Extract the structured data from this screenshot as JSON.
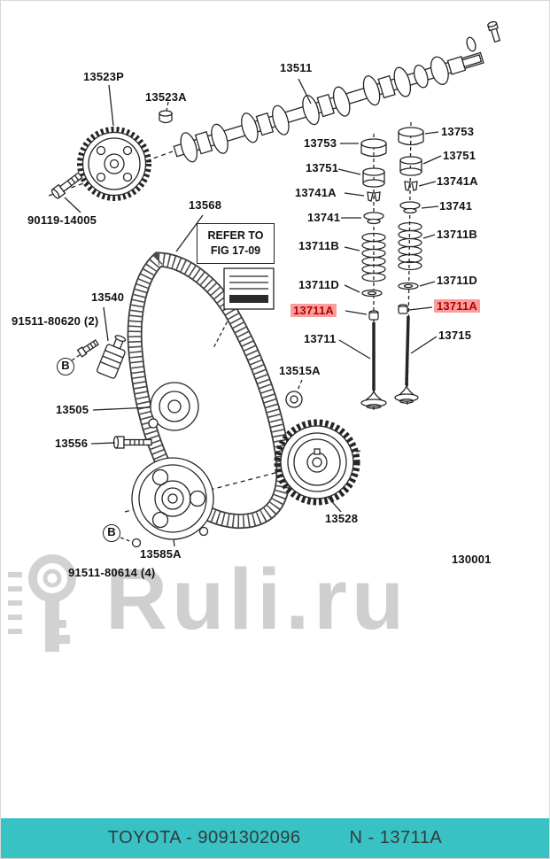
{
  "watermark": {
    "text": "Ruli.ru"
  },
  "refer_box": {
    "line1": "REFER TO",
    "line2": "FIG 17-09"
  },
  "markers": {
    "b": "B"
  },
  "footer": {
    "left": "TOYOTA - 9091302096",
    "right": "N - 13711A"
  },
  "labels": {
    "p13523P": "13523P",
    "p13523A": "13523A",
    "p13511": "13511",
    "p13753": "13753",
    "p13751": "13751",
    "p13741A": "13741A",
    "p13741": "13741",
    "p13711B": "13711B",
    "p13711D": "13711D",
    "p13711A": "13711A",
    "p13711": "13711",
    "p13715": "13715",
    "p13568": "13568",
    "p13540": "13540",
    "p91511_80620": "91511-80620 (2)",
    "p90119_14005": "90119-14005",
    "p13505": "13505",
    "p13556": "13556",
    "p13515A": "13515A",
    "p13528": "13528",
    "p13585A": "13585A",
    "p91511_80614": "91511-80614 (4)",
    "p130001": "130001"
  },
  "colors": {
    "highlight_bg": "#f99e9e",
    "highlight_text": "#b80000",
    "footer_bg": "#38c2c4",
    "footer_text": "#333a3d",
    "line": "#252525",
    "watermark": "#c7c7c7"
  }
}
